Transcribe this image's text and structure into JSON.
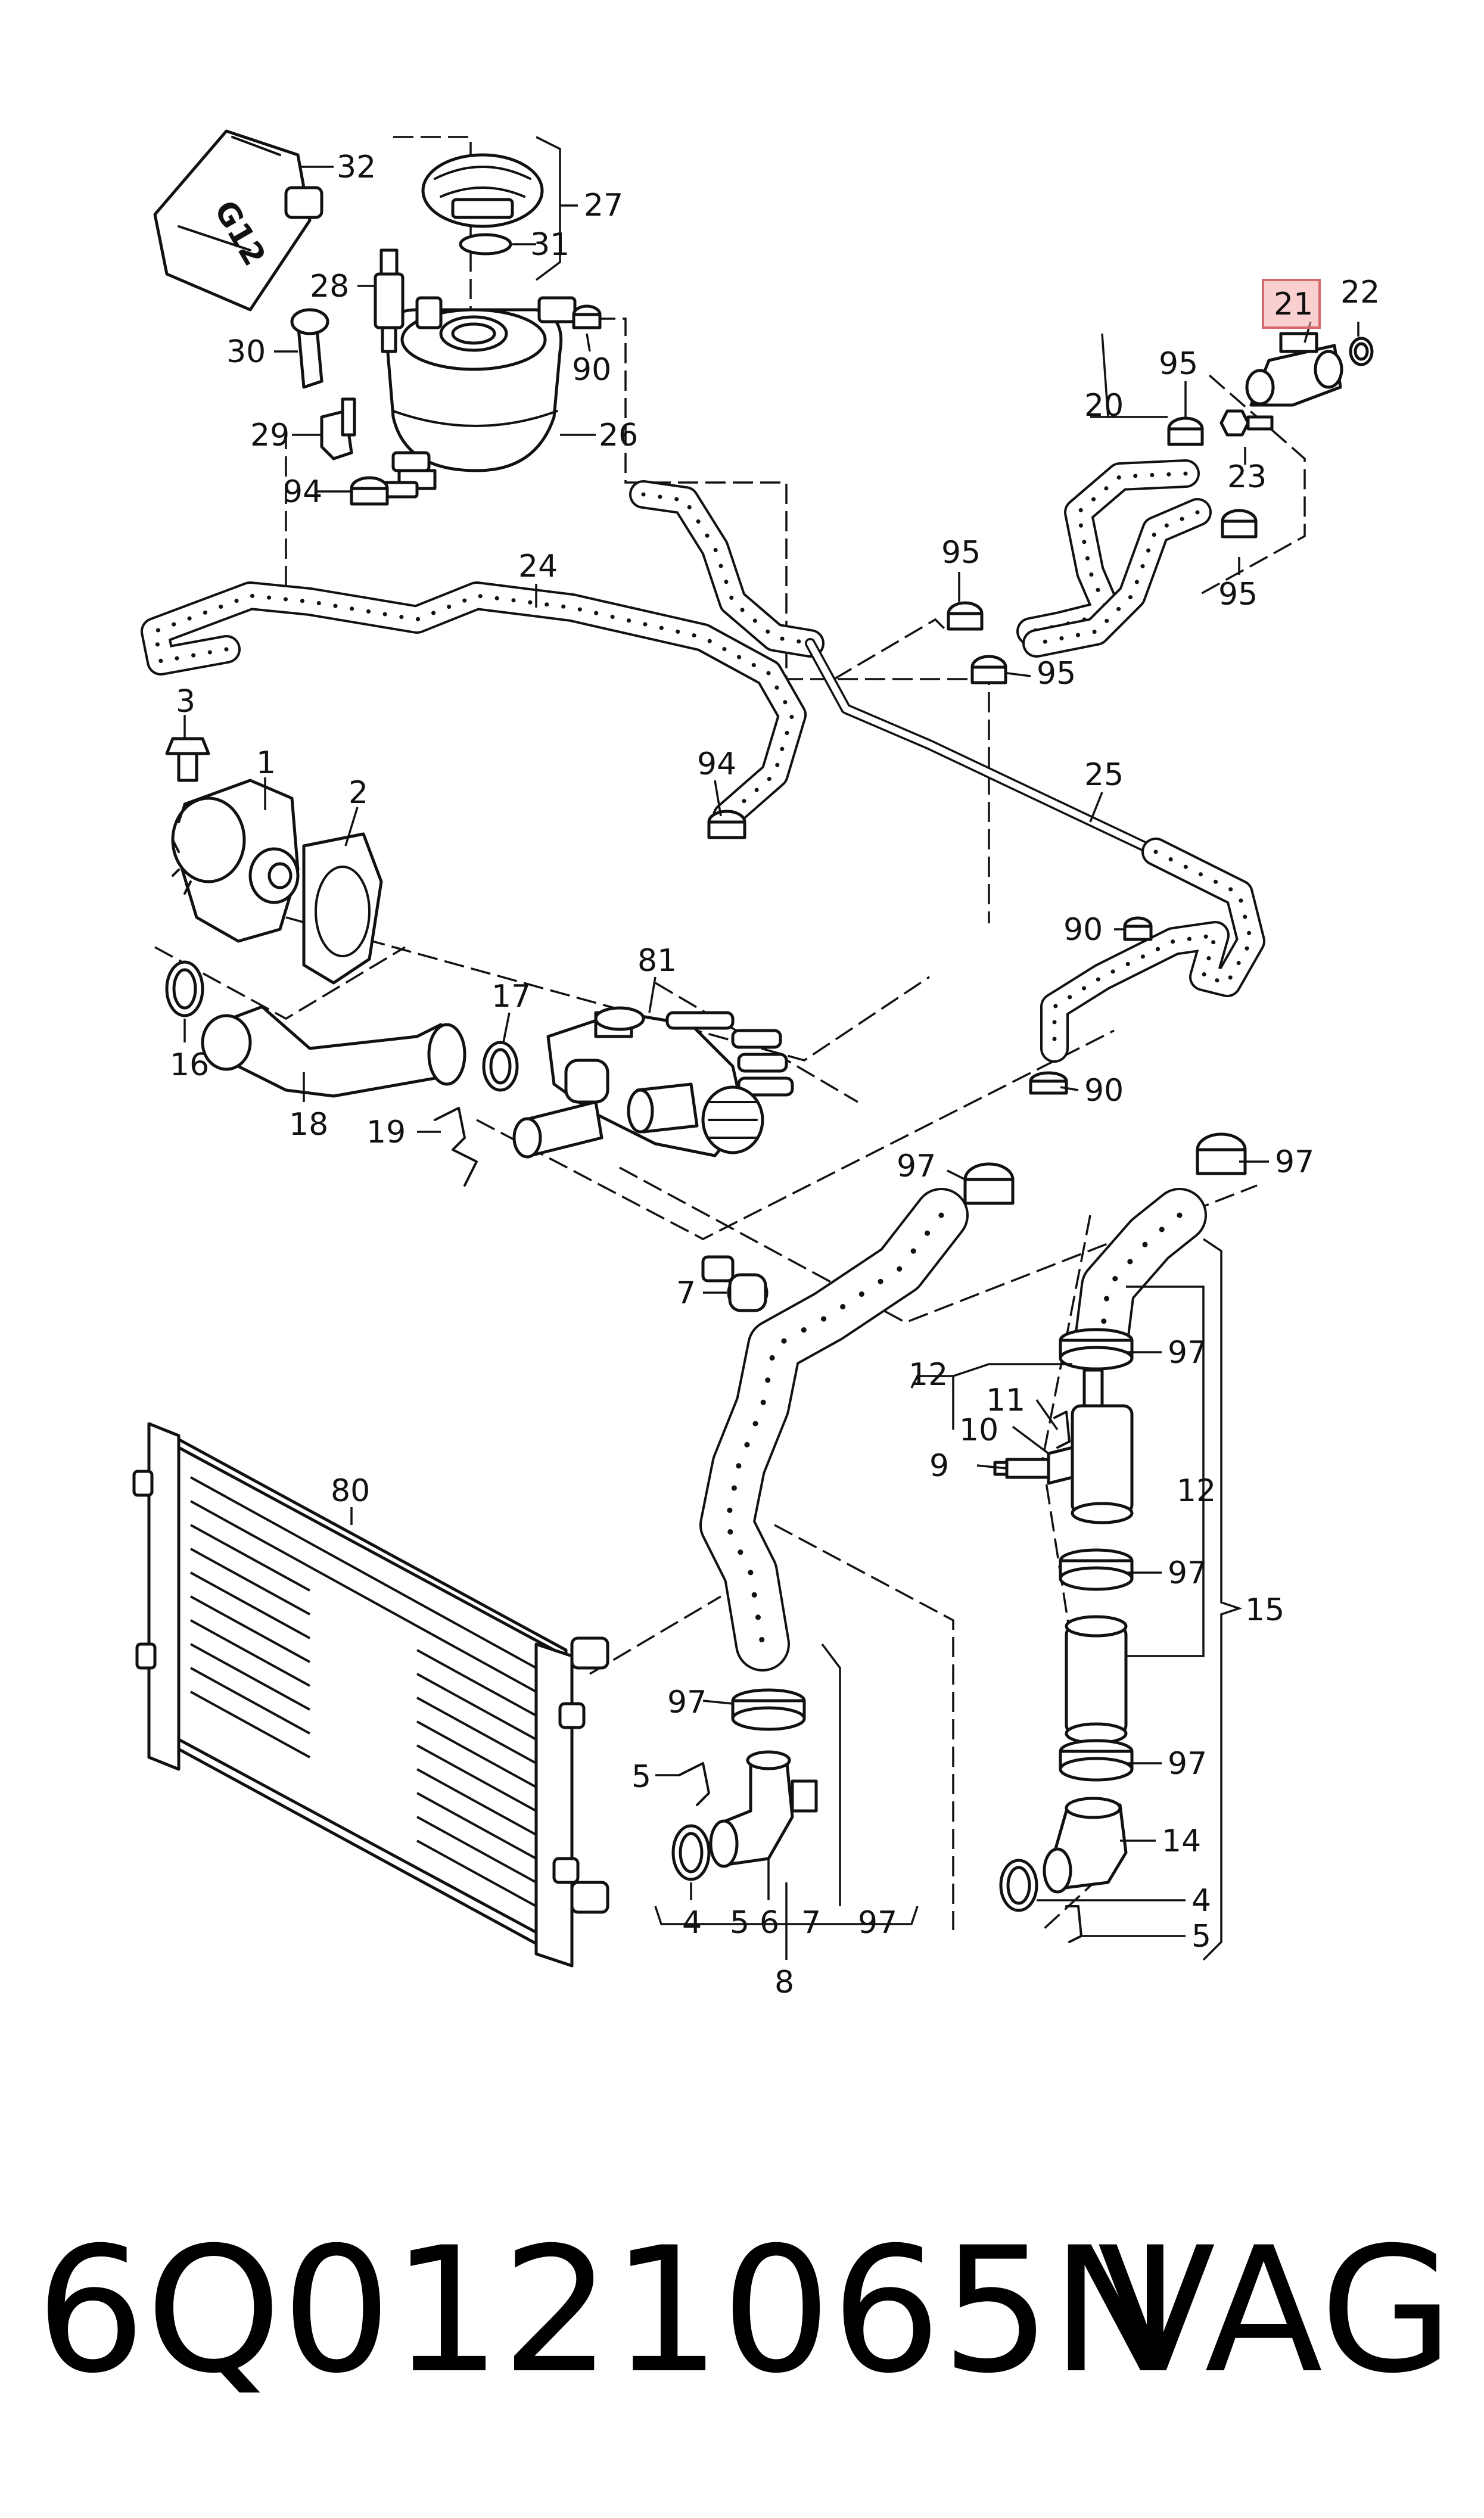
{
  "diagram": {
    "callouts": {
      "c1": "1",
      "c2": "2",
      "c3": "3",
      "c4a": "4",
      "c4b": "4",
      "c5a": "5",
      "c5b": "5",
      "c5c": "5",
      "c6": "6",
      "c7a": "7",
      "c7b": "7",
      "c8": "8",
      "c9": "9",
      "c10": "10",
      "c11": "11",
      "c12a": "12",
      "c12b": "12",
      "c14": "14",
      "c15": "15",
      "c16": "16",
      "c17": "17",
      "c18": "18",
      "c19": "19",
      "c20": "20",
      "c21": "21",
      "c22": "22",
      "c23": "23",
      "c24": "24",
      "c25": "25",
      "c26": "26",
      "c27": "27",
      "c28": "28",
      "c29": "29",
      "c30": "30",
      "c31": "31",
      "c32": "32",
      "c80": "80",
      "c81": "81",
      "c90a": "90",
      "c90b": "90",
      "c90c": "90",
      "c94a": "94",
      "c94b": "94",
      "c95a": "95",
      "c95b": "95",
      "c95c": "95",
      "c95d": "95",
      "c97a": "97",
      "c97b": "97",
      "c97c": "97",
      "c97d": "97",
      "c97e": "97",
      "c97f": "97",
      "c97g": "97"
    },
    "canister_marking": "G12",
    "highlight_color": "#f4a8a8",
    "highlighted_callout": "21"
  },
  "footer": {
    "part_number": "6Q0121065N",
    "brand": "VAG"
  }
}
